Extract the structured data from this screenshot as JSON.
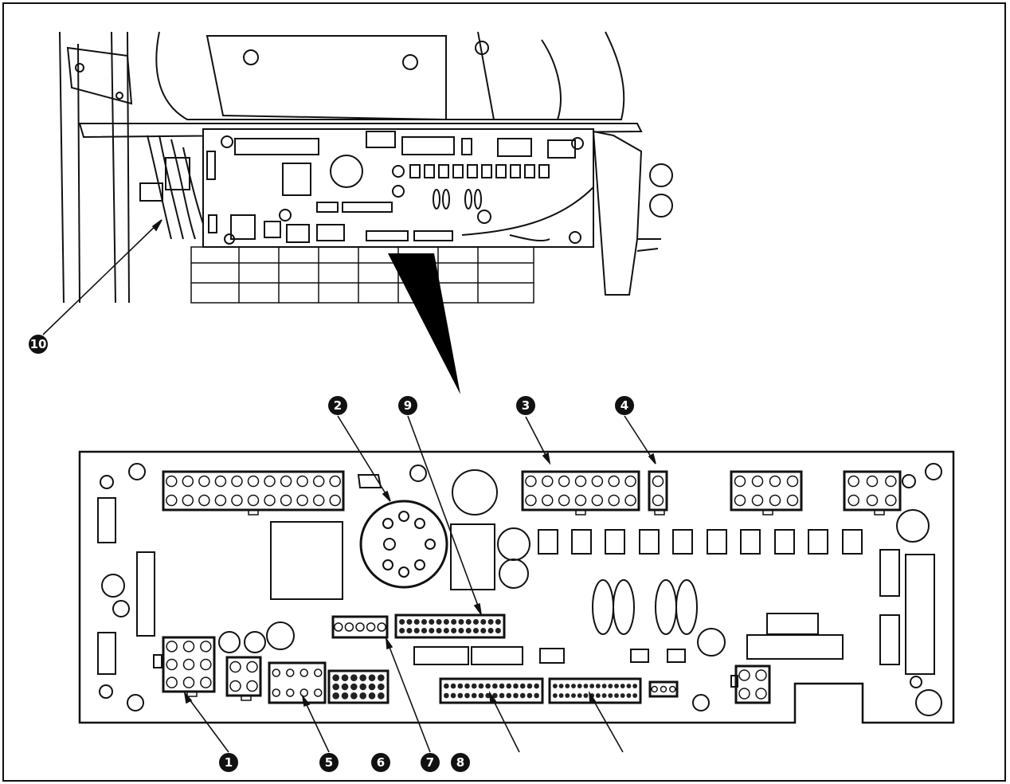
{
  "figure": {
    "callouts": [
      {
        "id": "c1",
        "label": "1"
      },
      {
        "id": "c2",
        "label": "2"
      },
      {
        "id": "c3",
        "label": "3"
      },
      {
        "id": "c4",
        "label": "4"
      },
      {
        "id": "c5",
        "label": "5"
      },
      {
        "id": "c6",
        "label": "6"
      },
      {
        "id": "c7",
        "label": "7"
      },
      {
        "id": "c8",
        "label": "8"
      },
      {
        "id": "c9",
        "label": "9"
      },
      {
        "id": "c10",
        "label": "10"
      }
    ]
  },
  "colors": {
    "ink": "#111111",
    "paper": "#ffffff",
    "connector_fill": "#222222"
  }
}
